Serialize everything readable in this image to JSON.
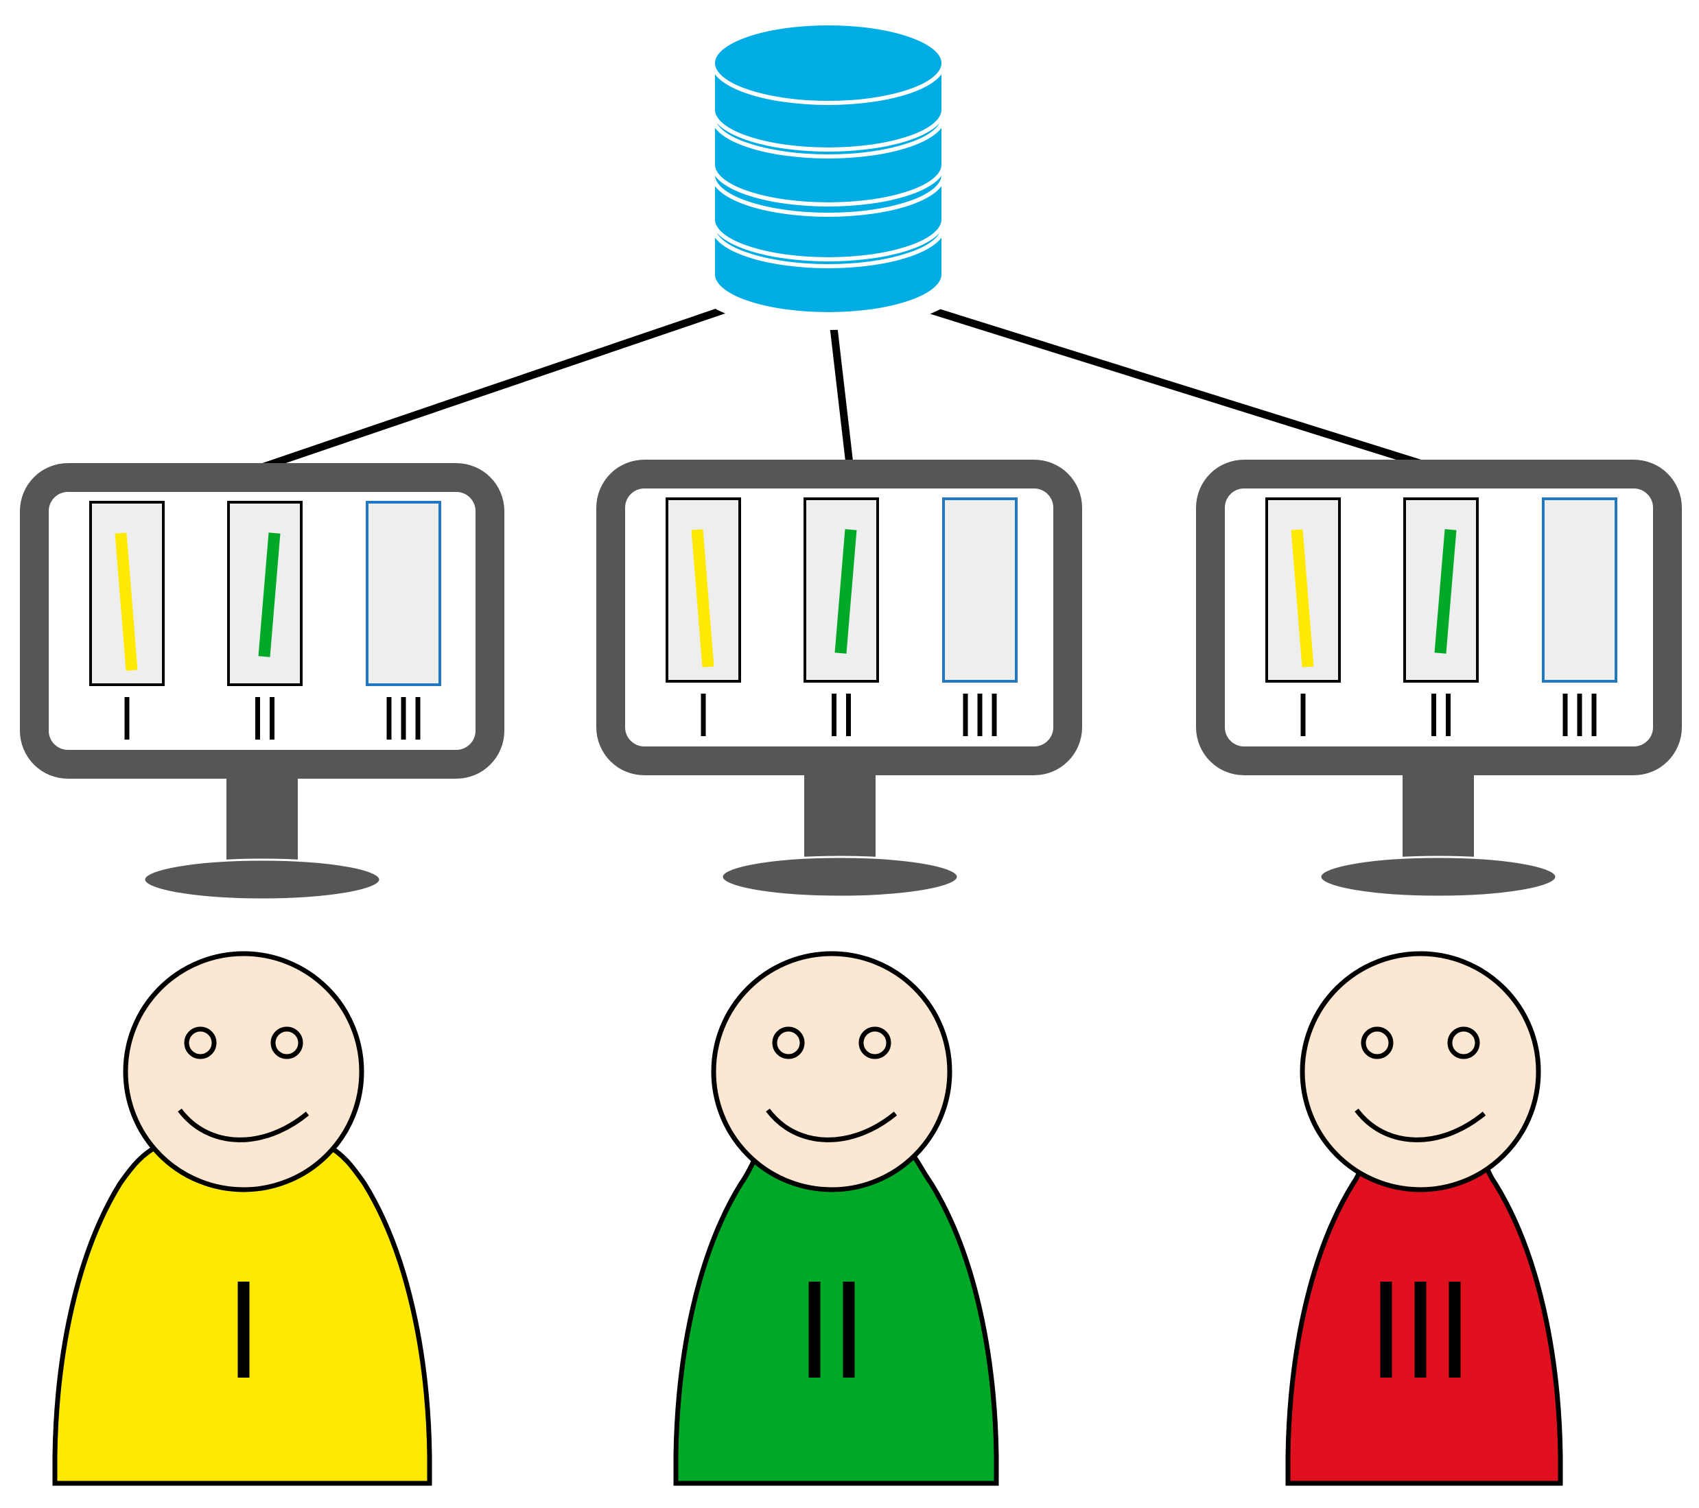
{
  "colors": {
    "database": "#00ACE4",
    "monitor_frame": "#575556",
    "screen": "#FFFFFF",
    "panel_fill": "#EEEEEE",
    "panel_border_filled": "#000000",
    "panel_border_empty": "#1F78C1",
    "line": "#000000",
    "skin": "#FCE7D2",
    "user_colors": [
      "#FFE900",
      "#00A828",
      "#E0101F"
    ]
  },
  "database": {
    "icon": "database-icon"
  },
  "workstations": [
    {
      "panels": [
        {
          "label": "I",
          "mark_color": "#FFE900",
          "filled": true
        },
        {
          "label": "II",
          "mark_color": "#00A828",
          "filled": true
        },
        {
          "label": "III",
          "mark_color": null,
          "filled": false
        }
      ]
    },
    {
      "panels": [
        {
          "label": "I",
          "mark_color": "#FFE900",
          "filled": true
        },
        {
          "label": "II",
          "mark_color": "#00A828",
          "filled": true
        },
        {
          "label": "III",
          "mark_color": null,
          "filled": false
        }
      ]
    },
    {
      "panels": [
        {
          "label": "I",
          "mark_color": "#FFE900",
          "filled": true
        },
        {
          "label": "II",
          "mark_color": "#00A828",
          "filled": true
        },
        {
          "label": "III",
          "mark_color": null,
          "filled": false
        }
      ]
    }
  ],
  "users": [
    {
      "label": "I",
      "shirt_color": "#FFE900"
    },
    {
      "label": "II",
      "shirt_color": "#00A828"
    },
    {
      "label": "III",
      "shirt_color": "#E0101F"
    }
  ]
}
